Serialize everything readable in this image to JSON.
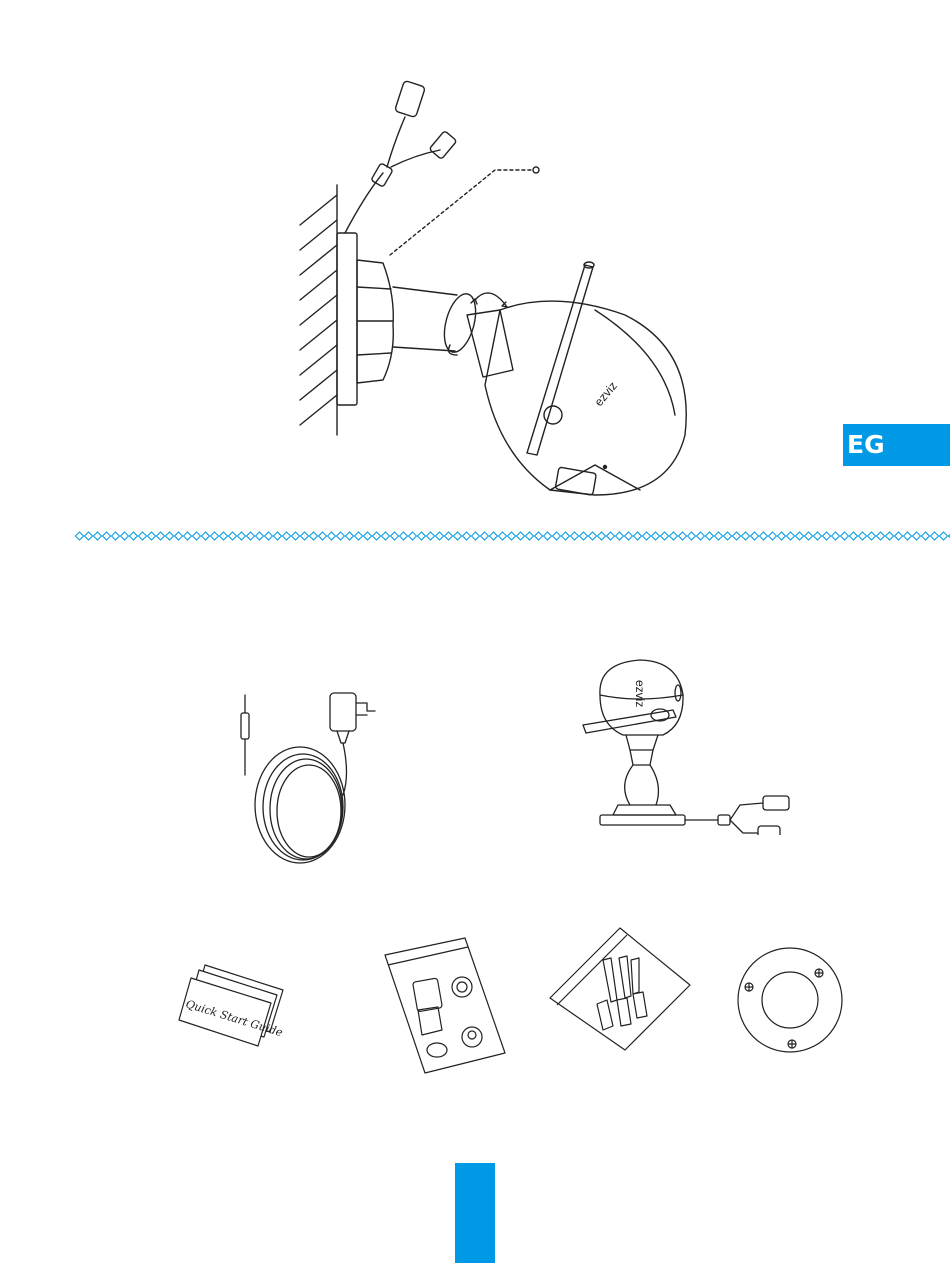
{
  "language_tab": {
    "label": "EG"
  },
  "box_contents": {
    "quick_start_guide_label": "Quick Start Guide"
  },
  "camera": {
    "brand_logo_text": "ezviz"
  },
  "colors": {
    "accent": "#0099e5",
    "line": "#222222"
  }
}
